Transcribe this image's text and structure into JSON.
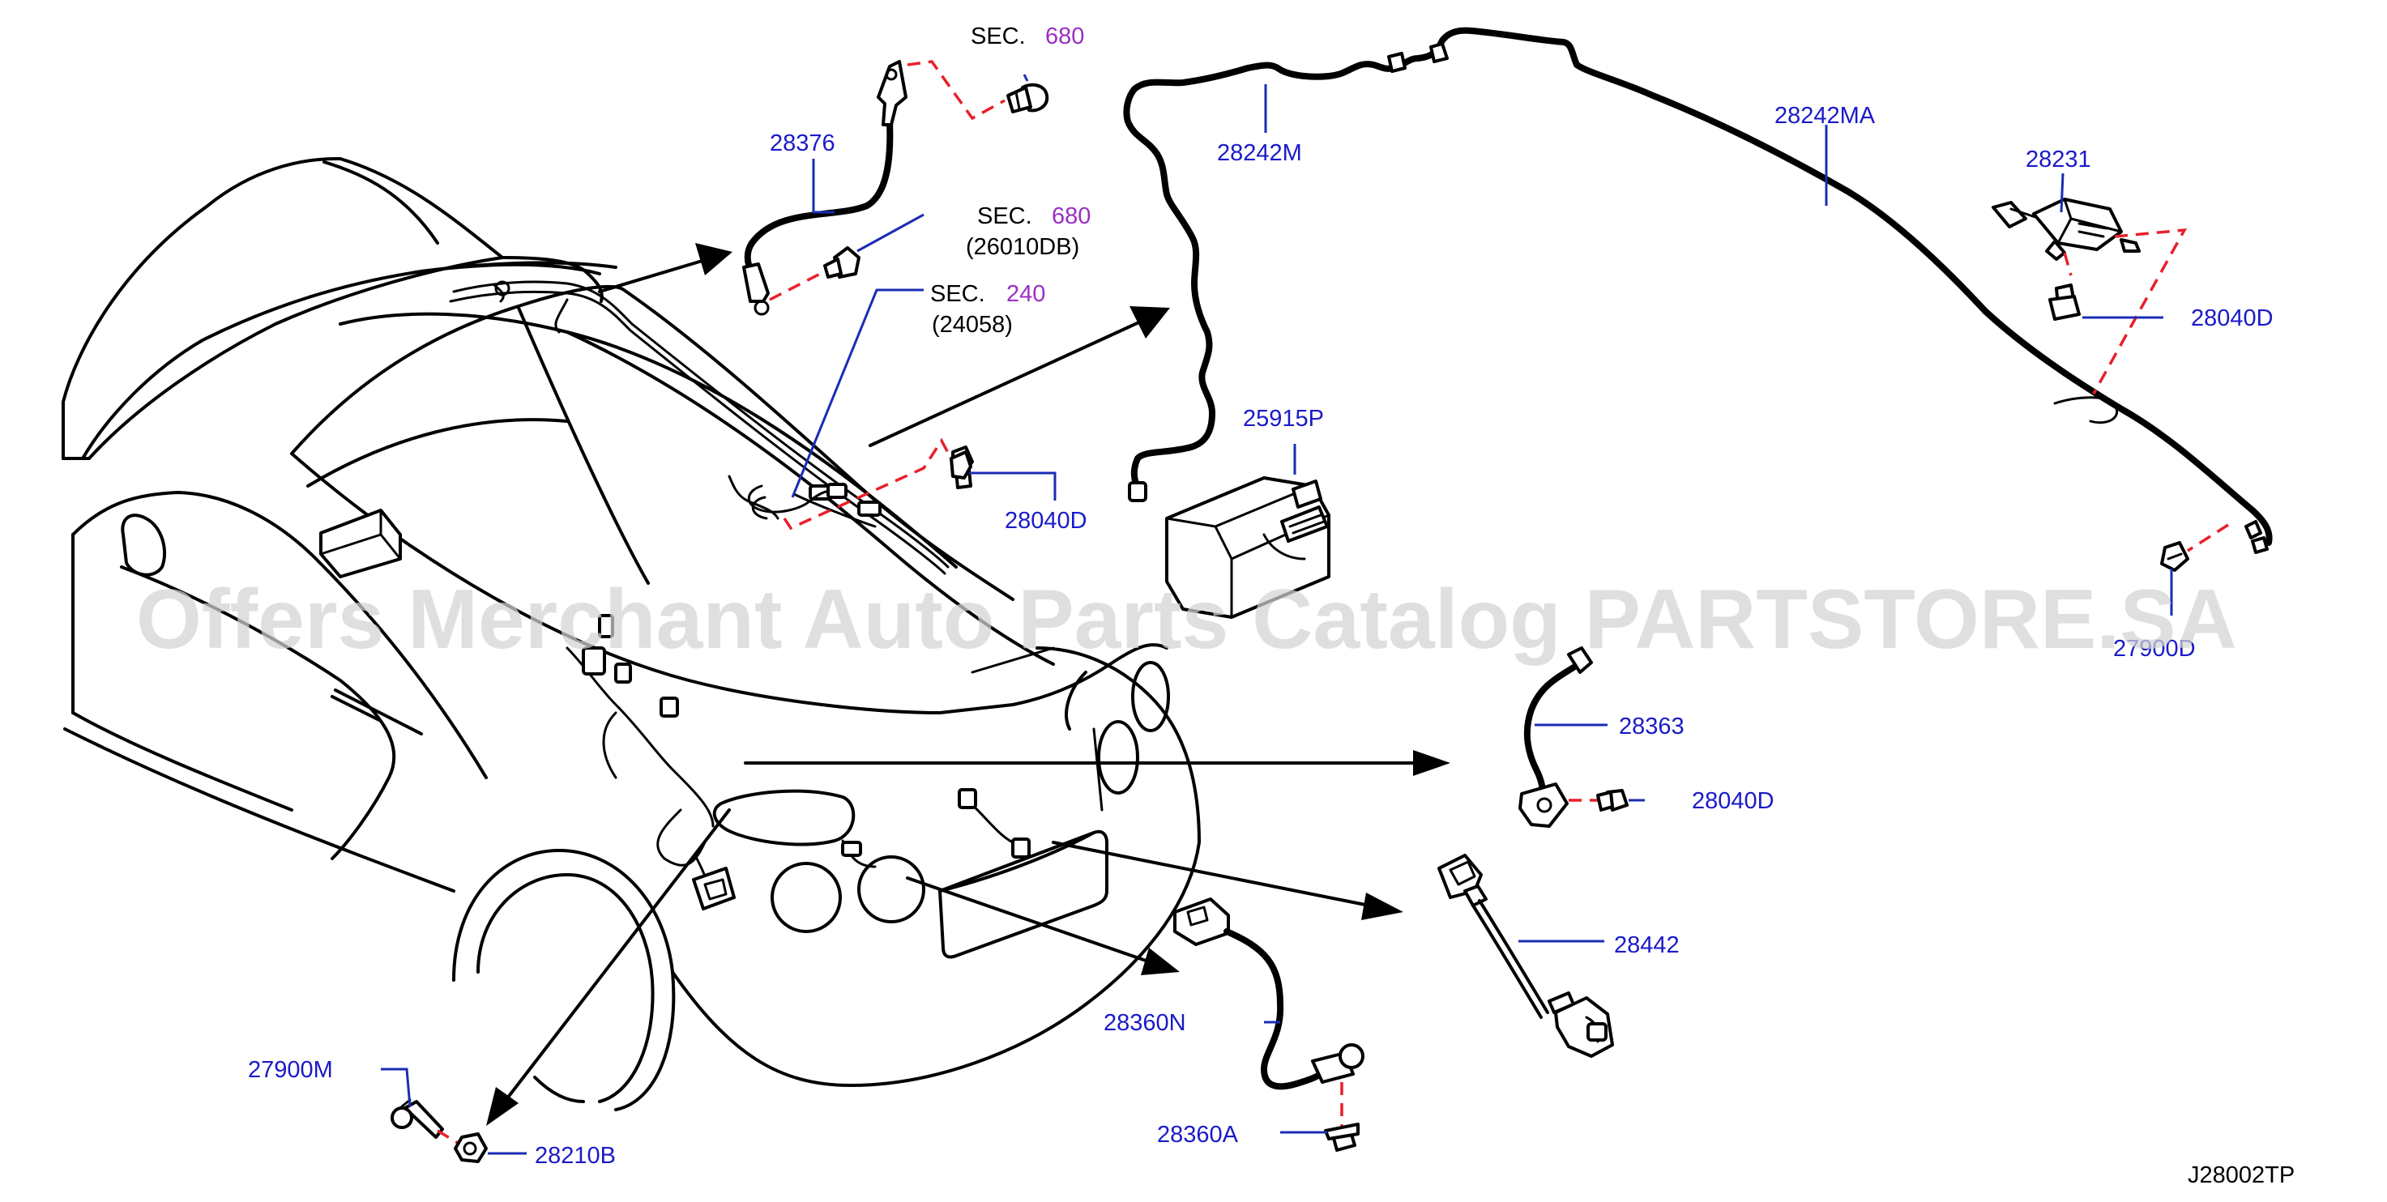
{
  "diagram": {
    "code": "J28002TP",
    "watermark": "Offers Merchant Auto Parts Catalog PARTSTORE.SA"
  },
  "refs": {
    "sec680_top": {
      "prefix": "SEC.",
      "num": "680"
    },
    "sec680_mid": {
      "prefix": "SEC.",
      "num": "680",
      "sub": "(26010DB)"
    },
    "sec240": {
      "prefix": "SEC.",
      "num": "240",
      "sub": "(24058)"
    }
  },
  "parts": {
    "p28376": "28376",
    "p28242M": "28242M",
    "p28242MA": "28242MA",
    "p28231": "28231",
    "p28040D_a": "28040D",
    "p28040D_b": "28040D",
    "p28040D_c": "28040D",
    "p25915P": "25915P",
    "p27900D": "27900D",
    "p28363": "28363",
    "p28442": "28442",
    "p28360N": "28360N",
    "p28360A": "28360A",
    "p27900M": "27900M",
    "p28210B": "28210B"
  }
}
